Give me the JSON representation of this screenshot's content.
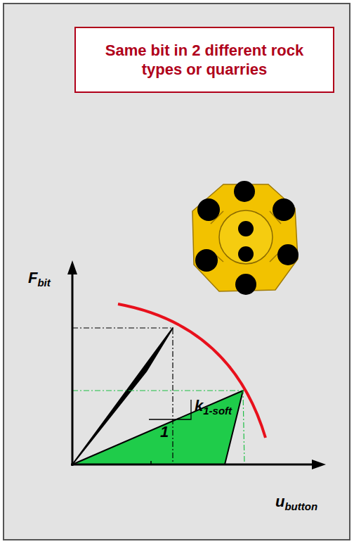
{
  "diagram": {
    "nodes": [
      {
        "text": [
          "Same bit in 2 different rock types or quarries"
        ]
      }
    ],
    "labels": [
      "F",
      "bit",
      "u",
      "button",
      "k",
      "1-soft",
      "1"
    ]
  }
}
